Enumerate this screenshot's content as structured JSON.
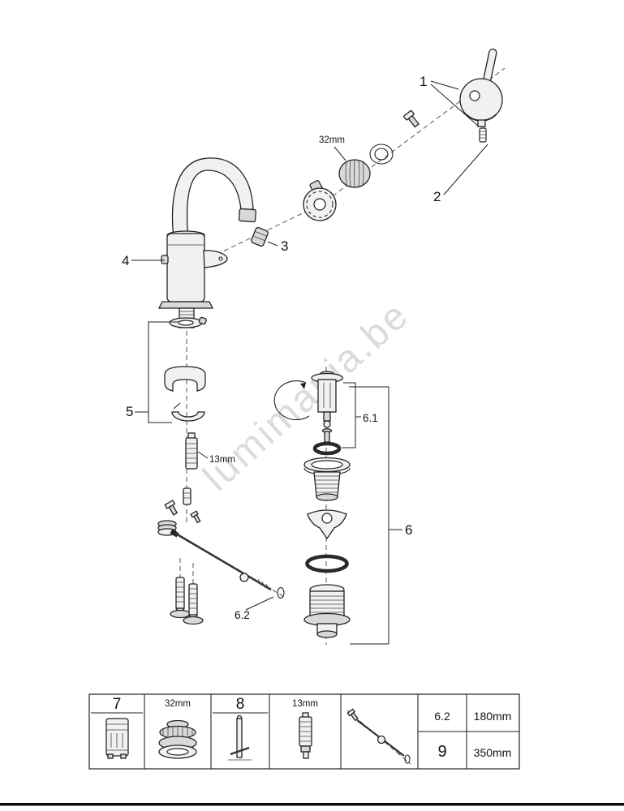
{
  "diagram": {
    "watermark": "lumimania.be",
    "callouts": {
      "n1": "1",
      "n2": "2",
      "n3": "3",
      "n4": "4",
      "n5": "5",
      "n6": "6",
      "n6_1": "6.1",
      "n6_2": "6.2"
    },
    "dimensions": {
      "cartridge_nut": "32mm",
      "mounting_stud": "13mm"
    }
  },
  "parts_table": {
    "cells": {
      "c7": "7",
      "c32mm": "32mm",
      "c8": "8",
      "c13mm": "13mm"
    },
    "rod_lengths": {
      "row1": {
        "ref": "6.2",
        "length": "180mm"
      },
      "row2": {
        "ref": "9",
        "length": "350mm"
      }
    }
  }
}
